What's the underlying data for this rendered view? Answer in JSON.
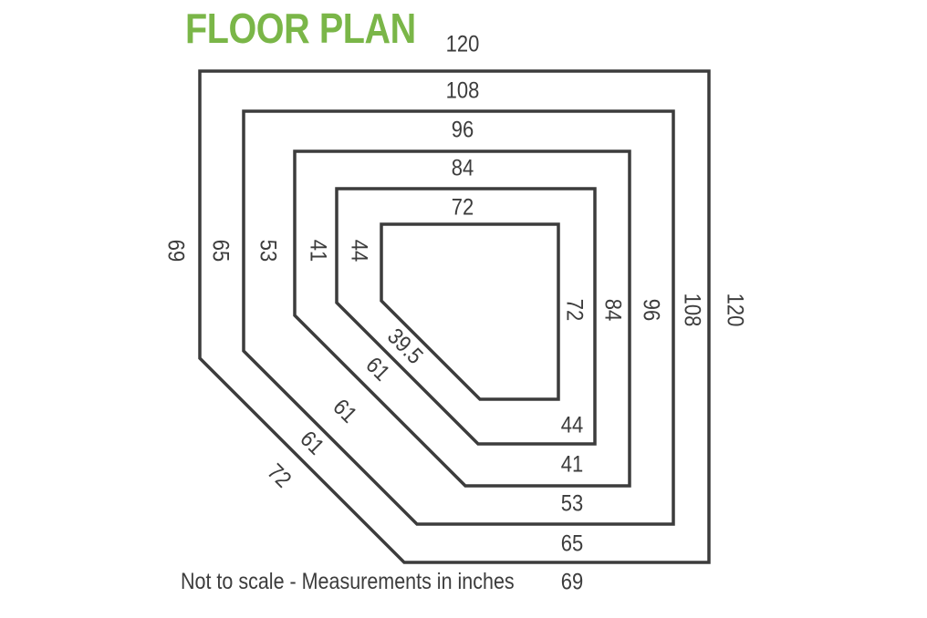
{
  "title": "FLOOR PLAN",
  "note": "Not to scale - Measurements in inches",
  "colors": {
    "title": "#7ab648",
    "line": "#3c3c3c",
    "text": "#3c3c3c"
  },
  "shapes": [
    {
      "top": "120",
      "right": "120",
      "bottom": "69",
      "diagonal": "72",
      "left": "69"
    },
    {
      "top": "108",
      "right": "108",
      "bottom": "65",
      "diagonal": "61",
      "left": "65"
    },
    {
      "top": "96",
      "right": "96",
      "bottom": "53",
      "diagonal": "61",
      "left": "53"
    },
    {
      "top": "84",
      "right": "84",
      "bottom": "41",
      "diagonal": "61",
      "left": "41"
    },
    {
      "top": "72",
      "right": "72",
      "bottom": "44",
      "diagonal": "39.5",
      "left": "44"
    }
  ]
}
